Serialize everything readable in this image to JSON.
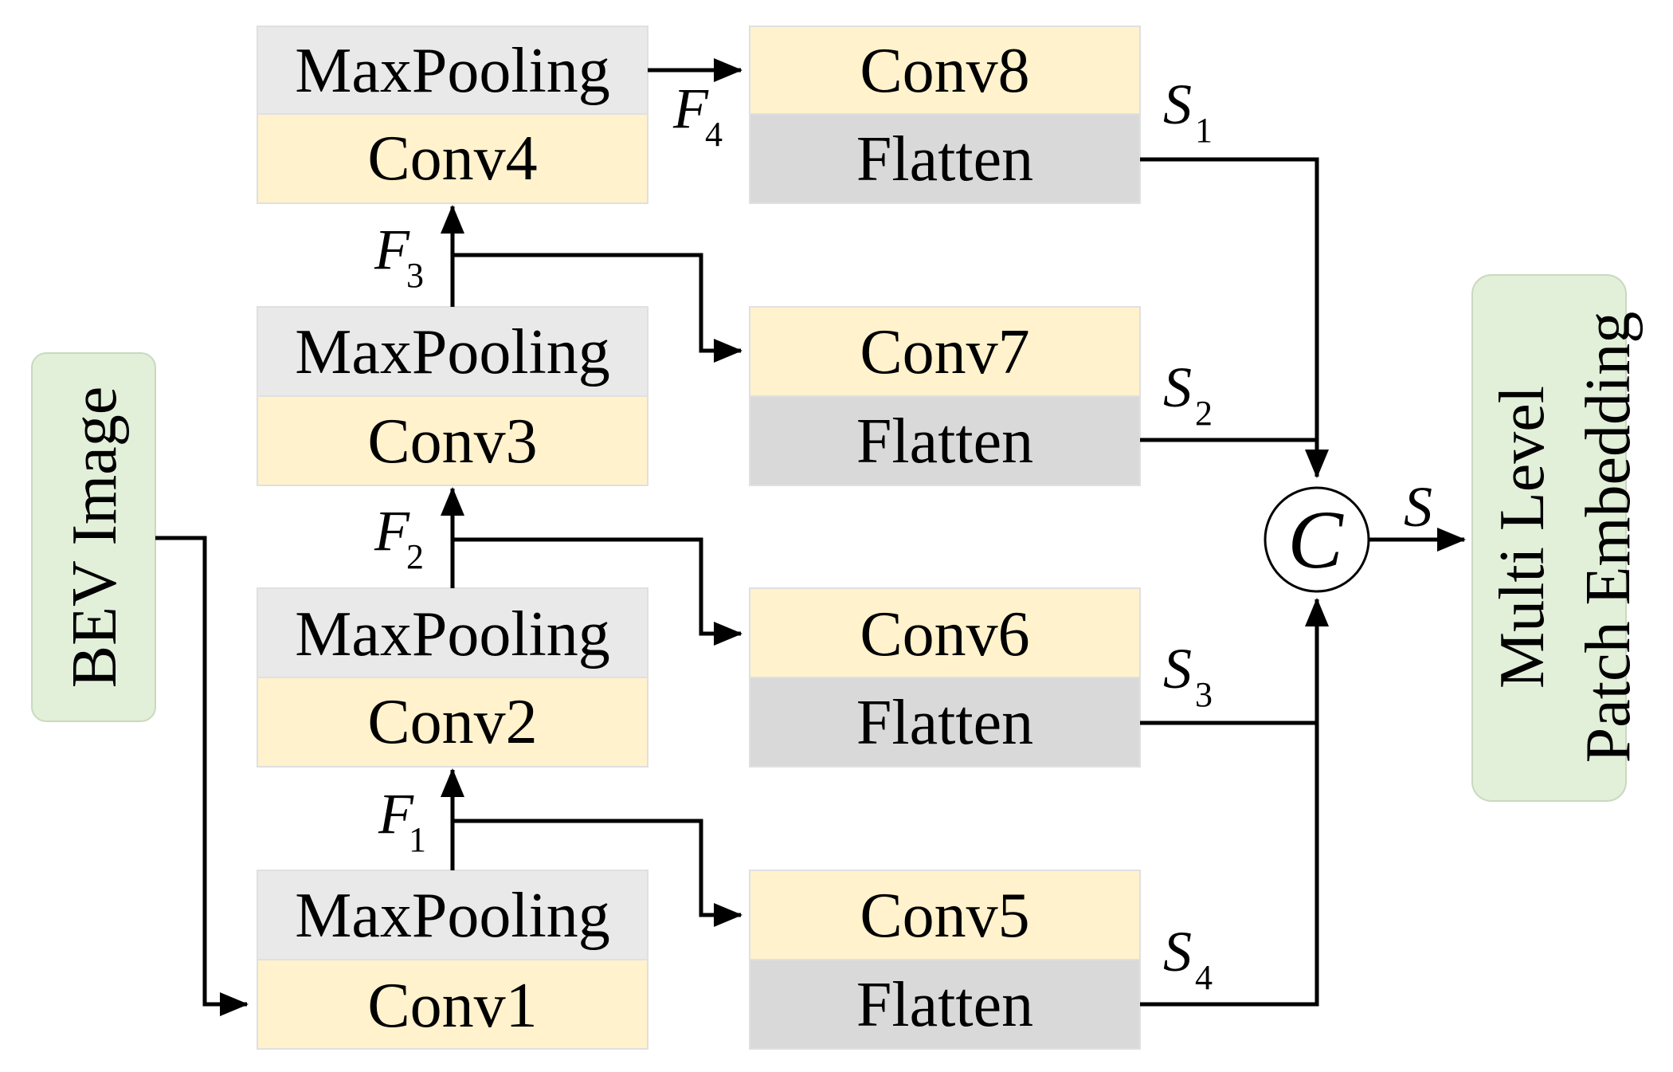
{
  "colors": {
    "maxpool_fill": "#e9e9e9",
    "conv_fill": "#fff2cc",
    "flatten_fill": "#d9d9d9",
    "block_border": "#e0e0e0",
    "io_fill": "#e2efd9",
    "io_border": "#c9d9bf",
    "line": "#000000"
  },
  "input": {
    "label": "BEV Image"
  },
  "output": {
    "line1": "Multi Level",
    "line2": "Patch Embedding"
  },
  "backbone": [
    {
      "pool": "MaxPooling",
      "conv": "Conv1"
    },
    {
      "pool": "MaxPooling",
      "conv": "Conv2"
    },
    {
      "pool": "MaxPooling",
      "conv": "Conv3"
    },
    {
      "pool": "MaxPooling",
      "conv": "Conv4"
    }
  ],
  "branches": [
    {
      "conv": "Conv5",
      "flatten": "Flatten"
    },
    {
      "conv": "Conv6",
      "flatten": "Flatten"
    },
    {
      "conv": "Conv7",
      "flatten": "Flatten"
    },
    {
      "conv": "Conv8",
      "flatten": "Flatten"
    }
  ],
  "features": [
    {
      "base": "F",
      "sub": "1"
    },
    {
      "base": "F",
      "sub": "2"
    },
    {
      "base": "F",
      "sub": "3"
    },
    {
      "base": "F",
      "sub": "4"
    }
  ],
  "signals": [
    {
      "base": "S",
      "sub": "1"
    },
    {
      "base": "S",
      "sub": "2"
    },
    {
      "base": "S",
      "sub": "3"
    },
    {
      "base": "S",
      "sub": "4"
    }
  ],
  "concat": {
    "symbol": "C"
  },
  "output_signal": {
    "label": "S"
  }
}
